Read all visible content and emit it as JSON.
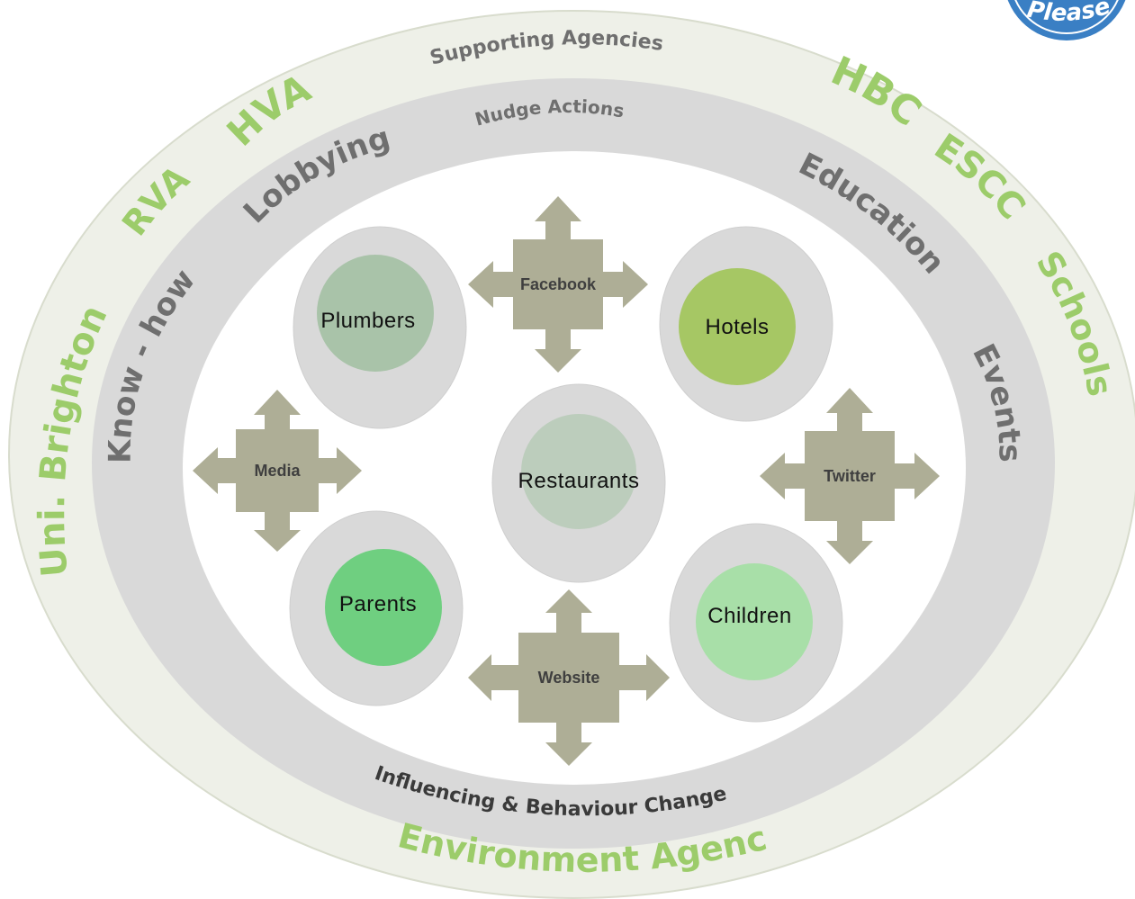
{
  "rings": {
    "outer_label": "Supporting Agencies",
    "middle_label": "Nudge Actions",
    "inner_label": "Influencing & Behaviour Change"
  },
  "agencies": {
    "uni_brighton": "Uni. Brighton",
    "rva": "RVA",
    "hva": "HVA",
    "hbc": "HBC",
    "escc": "ESCC",
    "schools": "Schools",
    "environment_agency": "Environment Agency"
  },
  "actions": {
    "know_how": "Know - how",
    "lobbying": "Lobbying",
    "education": "Education",
    "events": "Events"
  },
  "nodes": {
    "plumbers": "Plumbers",
    "hotels": "Hotels",
    "restaurants": "Restaurants",
    "parents": "Parents",
    "children": "Children"
  },
  "channels": {
    "facebook": "Facebook",
    "media": "Media",
    "twitter": "Twitter",
    "website": "Website"
  },
  "badge": {
    "text": "Please!"
  },
  "colors": {
    "outer_ring": "#eef0e8",
    "middle_ring": "#d9d9d9",
    "inner_field": "#ffffff",
    "agency_text": "#9ccc6a",
    "action_text": "#6f6f6f",
    "arrow_fill": "#aeae96",
    "badge_blue": "#3a7fc4",
    "plumbers": "#a9c3a9",
    "hotels": "#a6c764",
    "restaurants": "#bccdbc",
    "parents": "#6fcf80",
    "children": "#a8dfa8"
  }
}
